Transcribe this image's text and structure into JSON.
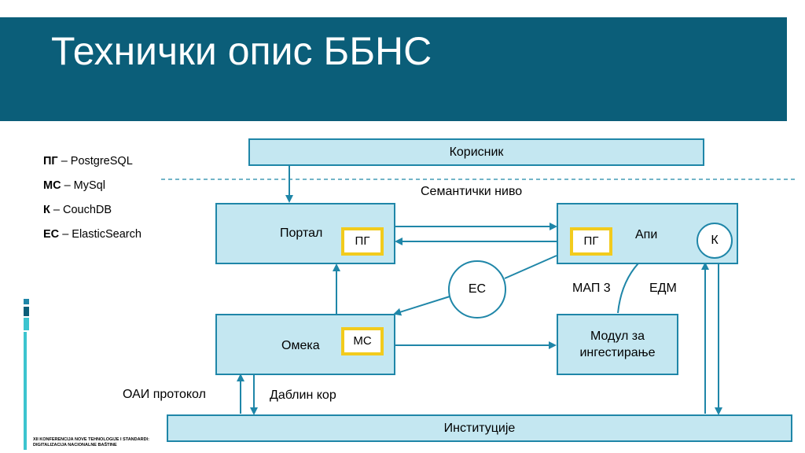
{
  "title": "Технички опис ББНС",
  "legend": [
    {
      "abbr": "ПГ",
      "name": "– PostgreSQL"
    },
    {
      "abbr": "МС",
      "name": "– MySql"
    },
    {
      "abbr": "К",
      "name": "– CouchDB"
    },
    {
      "abbr": "ЕС",
      "name": "– ElasticSearch"
    }
  ],
  "nodes": {
    "korisnik": "Корисник",
    "semantic_level": "Семантички ниво",
    "portal": "Портал",
    "portal_db": "ПГ",
    "api": "Апи",
    "api_db": "ПГ",
    "api_couch": "К",
    "es": "ЕС",
    "omeka": "Омека",
    "omeka_db": "МС",
    "ingest": "Модул за ингестирање",
    "institucije": "Институције"
  },
  "edge_labels": {
    "map3": "МАП 3",
    "edm": "ЕДМ",
    "oai": "ОАИ протокол",
    "dublin": "Даблин кор"
  },
  "footer": {
    "line1": "XII KONFERENCIJA NOVE TEHNOLOGIJE I STANDARDI:",
    "line2": "DIGITALIZACIJA NACIONALNE BAŠTINE"
  },
  "colors": {
    "title_band": "#0b5e79",
    "box_fill": "#c4e7f1",
    "box_border": "#1f86a8",
    "db_border": "#f2cb1d"
  }
}
